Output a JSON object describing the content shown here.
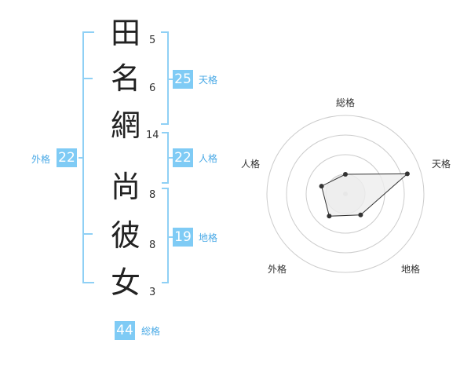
{
  "name": {
    "chars": [
      {
        "char": "田",
        "strokes": "5"
      },
      {
        "char": "名",
        "strokes": "6"
      },
      {
        "char": "網",
        "strokes": "14"
      },
      {
        "char": "尚",
        "strokes": "8"
      },
      {
        "char": "彼",
        "strokes": "8"
      },
      {
        "char": "女",
        "strokes": "3"
      }
    ]
  },
  "fortunes": {
    "tenkaku": {
      "label": "天格",
      "value": "25"
    },
    "jinkaku": {
      "label": "人格",
      "value": "22"
    },
    "chikaku": {
      "label": "地格",
      "value": "19"
    },
    "gaikaku": {
      "label": "外格",
      "value": "22"
    },
    "soukaku": {
      "label": "総格",
      "value": "44"
    }
  },
  "colors": {
    "accent": "#7fcbf5",
    "accent_text": "#49a9e6",
    "bracket": "#8fd0f5",
    "radar_fill": "#eeeeee",
    "radar_stroke": "#333333",
    "ring": "#cccccc"
  },
  "chart_data": {
    "type": "radar",
    "axes": [
      "総格",
      "天格",
      "地格",
      "外格",
      "人格"
    ],
    "levels": 4,
    "values": [
      0.25,
      0.83,
      0.33,
      0.35,
      0.32
    ]
  }
}
